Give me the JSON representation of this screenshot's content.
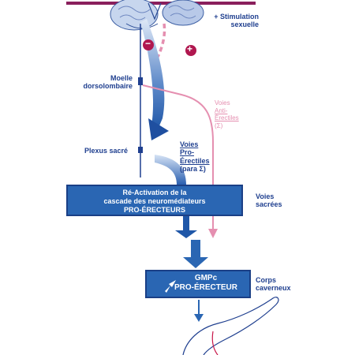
{
  "labels": {
    "stimulation": "+ Stimulation\nsexuelle",
    "moelle": "Moelle\ndorsolombaire",
    "plexus": "Plexus sacré",
    "voies_pro": [
      "Voies",
      "Pro-",
      "Érectiles",
      "(para Σ)"
    ],
    "voies_anti": [
      "Voies",
      "Anti-",
      "Érectiles",
      "(Σ)"
    ],
    "voies_sacrees": "Voies\nsacrées",
    "corps_caverneux": "Corps\ncaverneux",
    "minus_sign": "−",
    "plus_sign": "+"
  },
  "box_reactivation": {
    "line1": "Ré-Activation de la",
    "line2": "cascade des neuromédiateurs",
    "line3": "PRO-ÉRECTEURS"
  },
  "box_gmpc": {
    "line1": "GMPc",
    "line2": "PRO-ÉRECTEUR"
  },
  "colors": {
    "navy": "#1f3f8f",
    "blue": "#2a66b3",
    "pink": "#e58fb0",
    "magenta": "#b0174f",
    "purple_bar": "#8a1f5c"
  }
}
